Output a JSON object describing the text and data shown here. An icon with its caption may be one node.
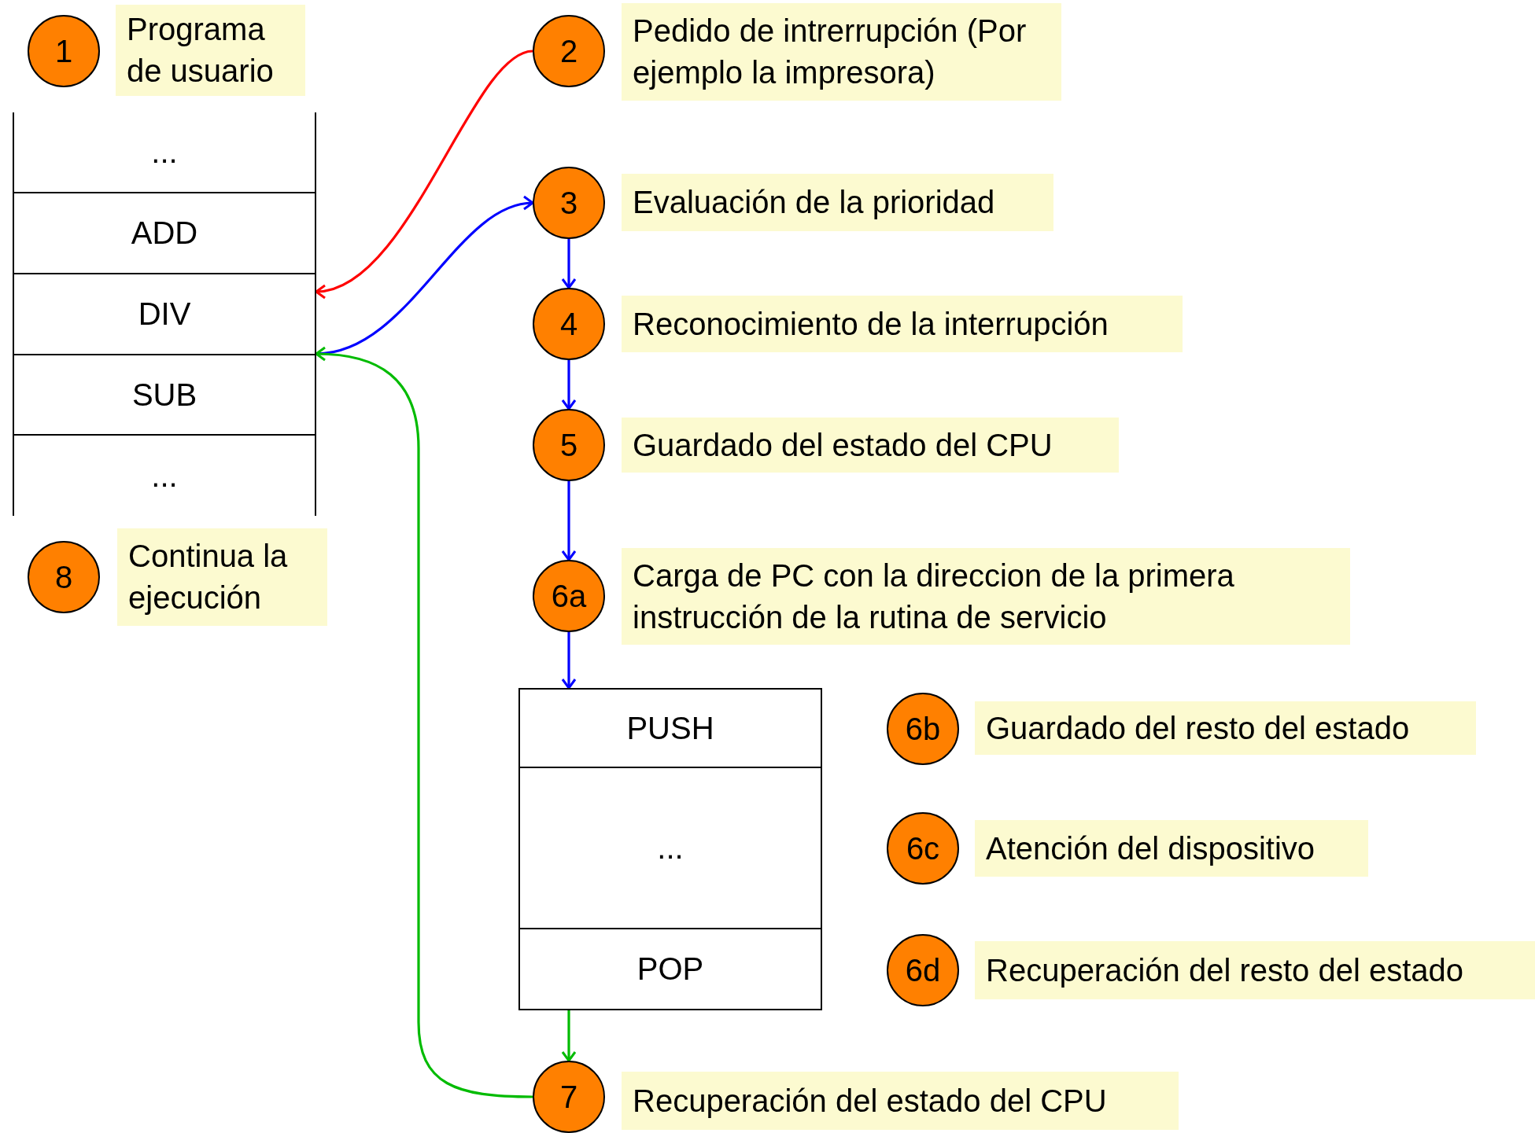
{
  "diagram": {
    "nodes": [
      {
        "text": [
          "1"
        ]
      },
      {
        "text": [
          "Programa de usuario"
        ]
      },
      {
        "text": [
          "..."
        ]
      },
      {
        "text": [
          "ADD"
        ]
      },
      {
        "text": [
          "DIV"
        ]
      },
      {
        "text": [
          "SUB"
        ]
      },
      {
        "text": [
          "..."
        ]
      },
      {
        "text": [
          "8"
        ]
      },
      {
        "text": [
          "Continua la ejecución"
        ]
      },
      {
        "text": [
          "2"
        ]
      },
      {
        "text": [
          "Pedido de intrerrupción (Por ejemplo la impresora)"
        ]
      },
      {
        "text": [
          "3"
        ]
      },
      {
        "text": [
          "Evaluación de la prioridad"
        ]
      },
      {
        "text": [
          "4"
        ]
      },
      {
        "text": [
          "Reconocimiento de la interrupción"
        ]
      },
      {
        "text": [
          "5"
        ]
      },
      {
        "text": [
          "Guardado del estado del CPU"
        ]
      },
      {
        "text": [
          "6a"
        ]
      },
      {
        "text": [
          "Carga de PC con la direccion de la primera instrucción de la rutina de servicio"
        ]
      },
      {
        "text": [
          "PUSH"
        ]
      },
      {
        "text": [
          "..."
        ]
      },
      {
        "text": [
          "POP"
        ]
      },
      {
        "text": [
          "6b"
        ]
      },
      {
        "text": [
          "Guardado del resto del estado"
        ]
      },
      {
        "text": [
          "6c"
        ]
      },
      {
        "text": [
          "Atención del dispositivo"
        ]
      },
      {
        "text": [
          "6d"
        ]
      },
      {
        "text": [
          "Recuperación del resto del estado"
        ]
      },
      {
        "text": [
          "7"
        ]
      },
      {
        "text": [
          "Recuperación del estado del CPU"
        ]
      }
    ],
    "edges": [
      {
        "from": 9,
        "to": 4,
        "arrow": "to",
        "color": "#ff0000"
      },
      {
        "from": 4,
        "to": 11,
        "arrow": "to"
      },
      {
        "from": 11,
        "to": 13,
        "arrow": "to"
      },
      {
        "from": 13,
        "to": 15,
        "arrow": "to"
      },
      {
        "from": 15,
        "to": 17,
        "arrow": "to"
      },
      {
        "from": 17,
        "to": 19,
        "arrow": "to"
      },
      {
        "from": 21,
        "to": 28,
        "arrow": "to",
        "color": "#00bb00"
      },
      {
        "from": 28,
        "to": 5,
        "arrow": "to",
        "color": "#00bb00"
      }
    ]
  }
}
